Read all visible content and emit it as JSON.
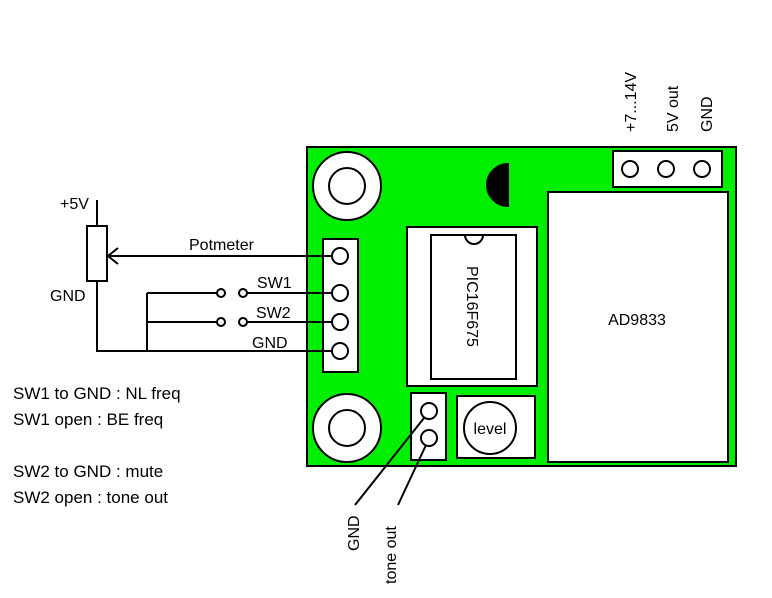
{
  "colors": {
    "board": "#00ee00",
    "line": "#000000",
    "background": "#ffffff",
    "chip_fill": "#ffffff"
  },
  "power_header": {
    "pins": [
      "+7...14V",
      "5V out",
      "GND"
    ]
  },
  "chip": {
    "label": "PIC16F675"
  },
  "module": {
    "label": "AD9833"
  },
  "trimmer": {
    "label": "level"
  },
  "potentiometer": {
    "top_label": "+5V",
    "bottom_label": "GND",
    "wiper_label": "Potmeter"
  },
  "control_header": {
    "wires": [
      "SW1",
      "SW2",
      "GND"
    ]
  },
  "output_header": {
    "pins": [
      "GND",
      "tone out"
    ]
  },
  "notes": [
    "SW1 to GND : NL freq",
    "SW1 open : BE freq",
    "SW2 to GND : mute",
    "SW2 open : tone out"
  ]
}
